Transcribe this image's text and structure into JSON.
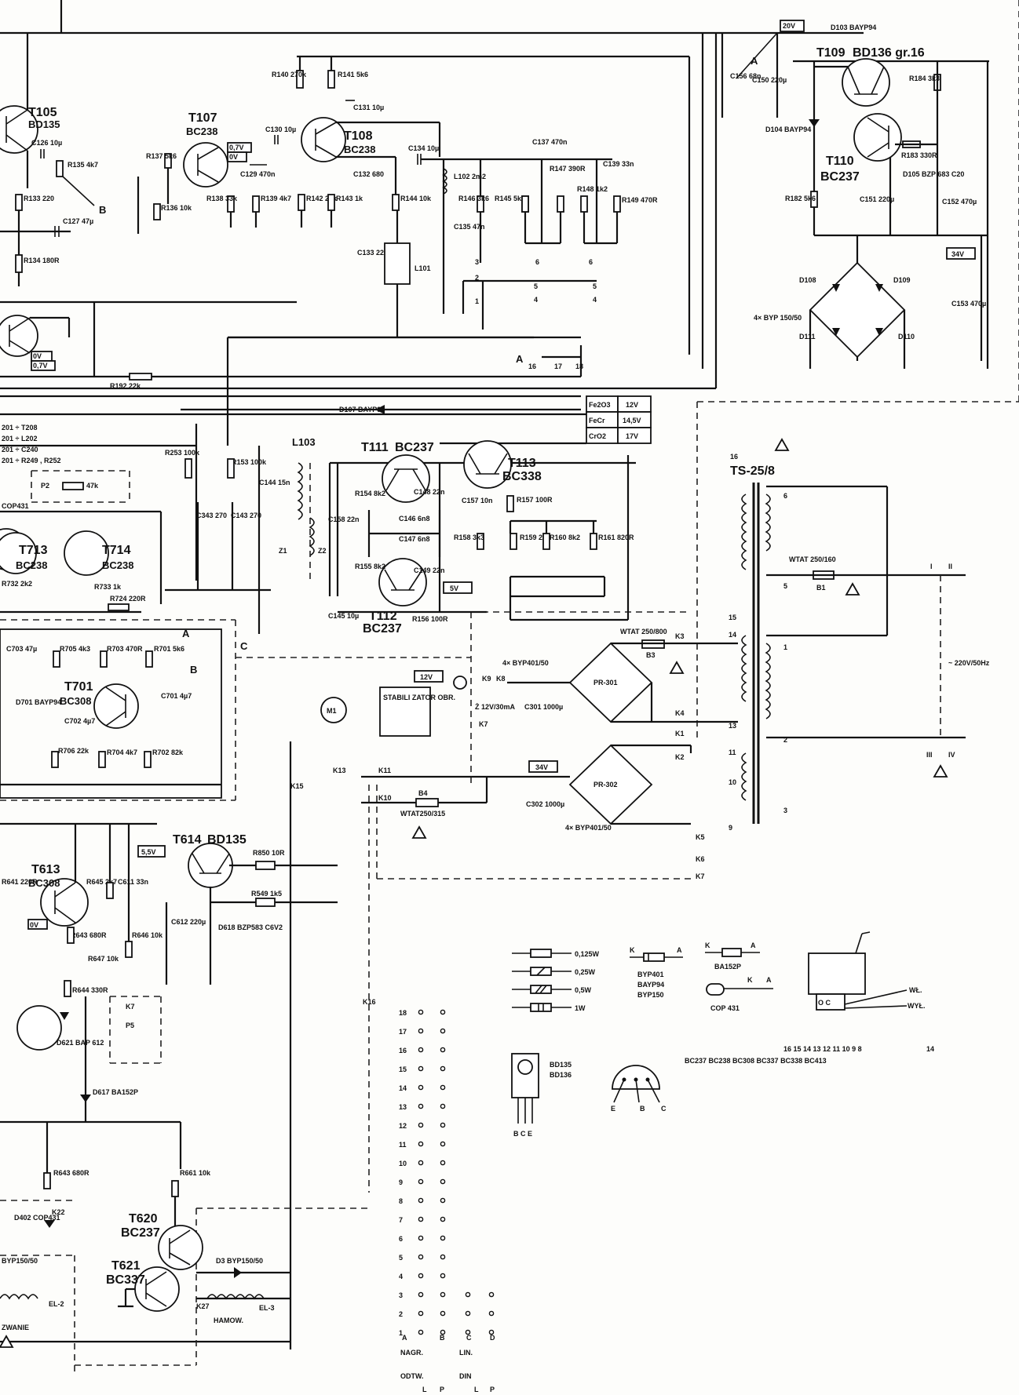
{
  "transistors": {
    "t105": {
      "ref": "T105",
      "type": "BD135"
    },
    "t107": {
      "ref": "T107",
      "type": "BC238"
    },
    "t108": {
      "ref": "T108",
      "type": "BC238"
    },
    "t109": {
      "ref": "T109",
      "type": "BD136 gr.16"
    },
    "t110": {
      "ref": "T110",
      "type": "BC237"
    },
    "t111": {
      "ref": "T111",
      "type": "BC237"
    },
    "t112": {
      "ref": "T112",
      "type": "BC237"
    },
    "t113": {
      "ref": "T113",
      "type": "BC338"
    },
    "t713": {
      "ref": "T713",
      "type": "BC238"
    },
    "t714": {
      "ref": "T714",
      "type": "BC238"
    },
    "t701": {
      "ref": "T701",
      "type": "BC308"
    },
    "t613": {
      "ref": "T613",
      "type": "BC308"
    },
    "t614": {
      "ref": "T614",
      "type": "BD135"
    },
    "t620": {
      "ref": "T620",
      "type": "BC237"
    },
    "t621": {
      "ref": "T621",
      "type": "BC337"
    }
  },
  "labels": {
    "r140": "R140 270k",
    "r141": "R141 5k6",
    "r137": "R137 5k6",
    "r136": "R136 10k",
    "r138": "R138 33k",
    "r139": "R139 4k7",
    "r142": "R142 27k",
    "r143": "R143 1k",
    "r144": "R144 10k",
    "r133": "R133 220",
    "r134": "R134 180R",
    "r135": "R135 4k7",
    "c126": "C126 10µ",
    "c127": "C127 47µ",
    "c130": "C130 10µ",
    "c129": "C129 470n",
    "c131": "C131 10µ",
    "c132": "C132 680",
    "c134": "C134 10µ",
    "l102": "L102 2m2",
    "c135": "C135 47n",
    "c133": "C133 220",
    "l101": "L101",
    "r146": "R146 3k6",
    "r145": "R145 5k6",
    "c137": "C137 470n",
    "r147": "R147 390R",
    "c139": "C139 33n",
    "r148": "R148 1k2",
    "r149": "R149 470R",
    "c156": "C156 68n",
    "c150": "C150 220µ",
    "r184": "R184 3k3",
    "r183": "R183 330R",
    "d105": "D105 BZP 683 C20",
    "r182": "R182 5k6",
    "c151": "C151 220µ",
    "c152": "C152 470µ",
    "d104": "D104 BAYP94",
    "d103": "D103 BAYP94",
    "v20": "20V",
    "v34": "34V",
    "d108": "D108",
    "d109": "D109",
    "d111": "D111",
    "d110": "D110",
    "bridge1": "4× BYP 150/50",
    "c153": "C153 470µ",
    "r192": "R192 22k",
    "d107": "D107 BAYP94",
    "tape_fe": "Fe2O3",
    "tape_fe_v": "12V",
    "tape_fecr": "FeCr",
    "tape_fecr_v": "14,5V",
    "tape_cr": "CrO2",
    "tape_cr_v": "17V",
    "grp1": "201 ÷ T208",
    "grp2": "201 ÷ L202",
    "grp3": "201 ÷ C240",
    "grp4": "201 ÷ R249 , R252",
    "p2": "P2",
    "p2v": "47k",
    "r253": "R253 100k",
    "r153": "R153 100k",
    "cop431": "COP431",
    "l103": "L103",
    "c144": "C144 15n",
    "c143": "C143 270",
    "c343": "C343 270",
    "r154": "R154 8k2",
    "c148": "C148 22n",
    "c146": "C146 6n8",
    "c147": "C147 6n8",
    "c158": "C158 22n",
    "r155": "R155 8k2",
    "c149": "C149 22n",
    "r156": "R156 100R",
    "c145": "C145 10µ",
    "c157": "C157 10n",
    "r157": "R157 100R",
    "r158": "R158 3k3",
    "r159": "R159 2k2",
    "r160": "R160 8k2",
    "r161": "R161 820R",
    "v5": "5V",
    "ts25": "TS-25/8",
    "wtat1": "WTAT 250/160",
    "b1": "B1",
    "mains": "~ 220V/50Hz",
    "r732": "R732 2k2",
    "r733": "R733 1k",
    "r724": "R724 220R",
    "c703": "C703 47µ",
    "r705": "R705 4k3",
    "r703": "R703 470R",
    "r701": "R701 5k6",
    "d701": "D701 BAYP94",
    "c702": "C702 4µ7",
    "r706": "R706 22k",
    "r704": "R704 4k7",
    "r702": "R702 82k",
    "c701": "C701 4µ7",
    "v12": "12V",
    "motor": "M1",
    "stab": "STABILI ZATOR OBR.",
    "lamp": "Ż 12V/30mA",
    "c301": "C301 1000µ",
    "pr301": "PR-301",
    "bridge301": "4× BYP401/50",
    "wtat2": "WTAT 250/800",
    "b3": "B3",
    "pr302": "PR-302",
    "bridge302": "4× BYP401/50",
    "c302": "C302 1000µ",
    "wtat3": "WTAT250/315",
    "b4": "B4",
    "v55": "5,5V",
    "r850": "R850 10R",
    "r549": "R549 1k5",
    "c612": "C612 220µ",
    "d618": "D618 BZP583 C6V2",
    "r641": "R641 220R",
    "r645": "R645 2k7",
    "c611": "C611 33n",
    "r643a": "R643 680R",
    "r646": "R646 10k",
    "r647": "R647 10k",
    "r644": "R644 330R",
    "d621": "D621 BAP 612",
    "p5": "P5",
    "k7": "K7",
    "d617": "D617 BA152P",
    "r643b": "R643 680R",
    "r661": "R661 10k",
    "d402": "D402 COP431",
    "k22": "K22",
    "byp150": "BYP150/50",
    "d3": "D3 BYP150/50",
    "el2": "EL-2",
    "el3": "EL-3",
    "k27": "K27",
    "hamow": "HAMOW.",
    "zwanie": "ZWANIE",
    "leg_0125": "0,125W",
    "leg_025": "0,25W",
    "leg_05": "0,5W",
    "leg_1": "1W",
    "byp401": "BYP401",
    "bayp94": "BAYP94",
    "byp150l": "BYP150",
    "ba152p": "BA152P",
    "cop431l": "COP 431",
    "bd135": "BD135",
    "bd136": "BD136",
    "bce": "B C E",
    "bc_list": "BC237 BC238 BC308 BC337 BC338 BC413",
    "e": "E",
    "b": "B",
    "c": "C",
    "wl": "WŁ.",
    "wyl": "WYŁ.",
    "naqr": "NAGR.",
    "otw": "ODTW.",
    "lin": "LIN.",
    "din": "DIN",
    "l": "L",
    "p": "P",
    "a": "A",
    "bb": "B",
    "cc": "C",
    "dd": "D",
    "swA": "A",
    "swB": "B",
    "swC": "C",
    "v0": "0V",
    "v075": "0,7V"
  },
  "switch_rows": [
    "18",
    "17",
    "16",
    "15",
    "14",
    "13",
    "12",
    "11",
    "10",
    "9",
    "8",
    "7",
    "6",
    "5",
    "4",
    "3",
    "2",
    "1"
  ]
}
